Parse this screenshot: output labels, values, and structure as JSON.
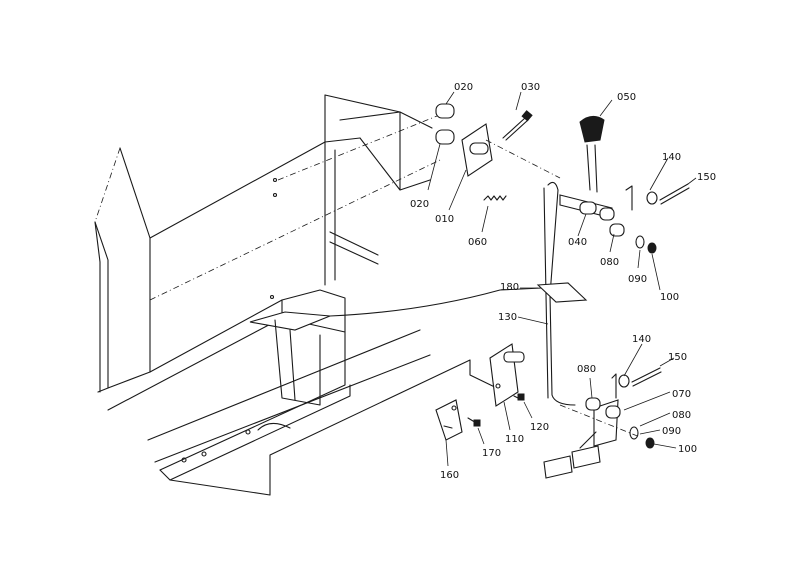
{
  "diagram": {
    "parts": [
      {
        "id": "p020a",
        "label": "020"
      },
      {
        "id": "p030",
        "label": "030"
      },
      {
        "id": "p050",
        "label": "050"
      },
      {
        "id": "p140a",
        "label": "140"
      },
      {
        "id": "p150a",
        "label": "150"
      },
      {
        "id": "p020b",
        "label": "020"
      },
      {
        "id": "p010",
        "label": "010"
      },
      {
        "id": "p060",
        "label": "060"
      },
      {
        "id": "p040",
        "label": "040"
      },
      {
        "id": "p080a",
        "label": "080"
      },
      {
        "id": "p090a",
        "label": "090"
      },
      {
        "id": "p100a",
        "label": "100"
      },
      {
        "id": "p180",
        "label": "180"
      },
      {
        "id": "p130",
        "label": "130"
      },
      {
        "id": "p140b",
        "label": "140"
      },
      {
        "id": "p150b",
        "label": "150"
      },
      {
        "id": "p080b",
        "label": "080"
      },
      {
        "id": "p070",
        "label": "070"
      },
      {
        "id": "p080c",
        "label": "080"
      },
      {
        "id": "p090b",
        "label": "090"
      },
      {
        "id": "p100b",
        "label": "100"
      },
      {
        "id": "p110",
        "label": "110"
      },
      {
        "id": "p120",
        "label": "120"
      },
      {
        "id": "p160",
        "label": "160"
      },
      {
        "id": "p170",
        "label": "170"
      }
    ]
  }
}
